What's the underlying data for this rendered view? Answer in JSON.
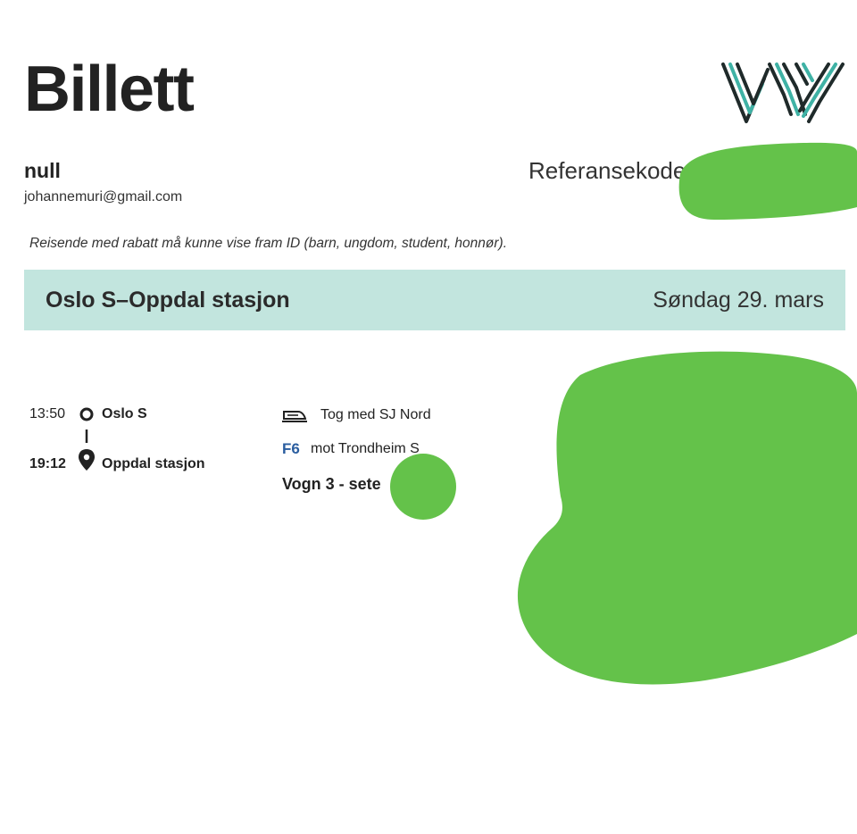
{
  "ticket": {
    "title": "Billett",
    "passenger_name": "null",
    "email": "johannemuri@gmail.com",
    "reference_label": "Referansekode",
    "discount_notice": "Reisende med rabatt må kunne vise fram ID (barn, ungdom, student, honnør)."
  },
  "route": {
    "title": "Oslo S–Oppdal stasjon",
    "date": "Søndag 29. mars"
  },
  "itinerary": {
    "departure_time": "13:50",
    "departure_station": "Oslo S",
    "arrival_time": "19:12",
    "arrival_station": "Oppdal stasjon"
  },
  "train": {
    "icon": "train-icon",
    "operator": "Tog med SJ Nord",
    "line_code": "F6",
    "direction": "mot Trondheim S",
    "seat": "Vogn 3 - sete"
  },
  "colors": {
    "route_bar_bg": "#c2e5de",
    "line_code": "#2a5d9f",
    "logo_teal": "#3fb2a5",
    "logo_dark": "#1f2a2a",
    "redaction": "#64c24a"
  }
}
